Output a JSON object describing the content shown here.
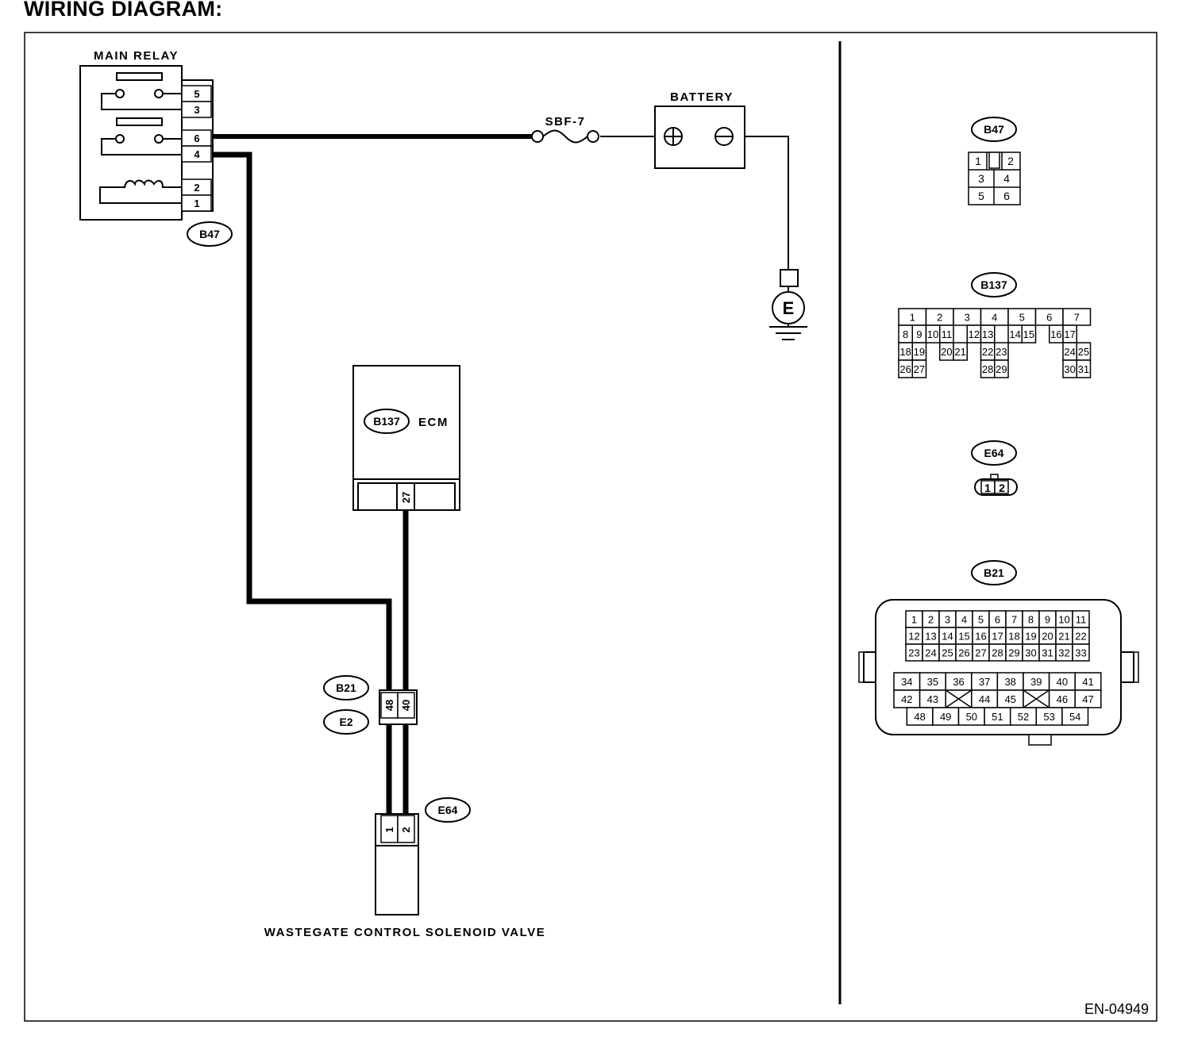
{
  "title": "WIRING DIAGRAM:",
  "doc_id": "EN-04949",
  "colors": {
    "line": "#000000",
    "background": "#ffffff"
  },
  "components": {
    "main_relay": {
      "label": "MAIN RELAY",
      "connector": "B47",
      "pins": [
        "5",
        "3",
        "6",
        "4",
        "2",
        "1"
      ]
    },
    "fuse": {
      "label": "SBF-7"
    },
    "battery": {
      "label": "BATTERY",
      "ground": "E"
    },
    "ecm": {
      "label": "ECM",
      "connector": "B137",
      "pin": "27"
    },
    "joint": {
      "connector_top": "B21",
      "connector_bottom": "E2",
      "pins": [
        "48",
        "40"
      ]
    },
    "valve": {
      "label": "WASTEGATE CONTROL SOLENOID VALVE",
      "connector": "E64",
      "pins": [
        "1",
        "2"
      ]
    }
  },
  "connector_views": {
    "b47": {
      "tag": "B47",
      "pins": [
        "1",
        "2",
        "3",
        "4",
        "5",
        "6"
      ]
    },
    "b137": {
      "tag": "B137",
      "row1": [
        "1",
        "2",
        "3",
        "4",
        "5",
        "6",
        "7"
      ],
      "row2": [
        "8",
        "9",
        "10",
        "11",
        "12",
        "13",
        "14",
        "15",
        "16",
        "17"
      ],
      "row3": [
        "18",
        "19",
        "20",
        "21",
        "22",
        "23",
        "24",
        "25"
      ],
      "row4": [
        "26",
        "27",
        "28",
        "29",
        "30",
        "31"
      ]
    },
    "e64": {
      "tag": "E64",
      "pins": [
        "1",
        "2"
      ]
    },
    "b21": {
      "tag": "B21",
      "upper_rows": [
        [
          "1",
          "2",
          "3",
          "4",
          "5",
          "6",
          "7",
          "8",
          "9",
          "10",
          "11"
        ],
        [
          "12",
          "13",
          "14",
          "15",
          "16",
          "17",
          "18",
          "19",
          "20",
          "21",
          "22"
        ],
        [
          "23",
          "24",
          "25",
          "26",
          "27",
          "28",
          "29",
          "30",
          "31",
          "32",
          "33"
        ]
      ],
      "lower_rows": [
        [
          "34",
          "35",
          "36",
          "37",
          "38",
          "39",
          "40",
          "41"
        ],
        [
          "42",
          "43",
          "",
          "44",
          "45",
          "",
          "46",
          "47"
        ],
        [
          "48",
          "49",
          "50",
          "51",
          "52",
          "53",
          "54"
        ]
      ]
    }
  }
}
